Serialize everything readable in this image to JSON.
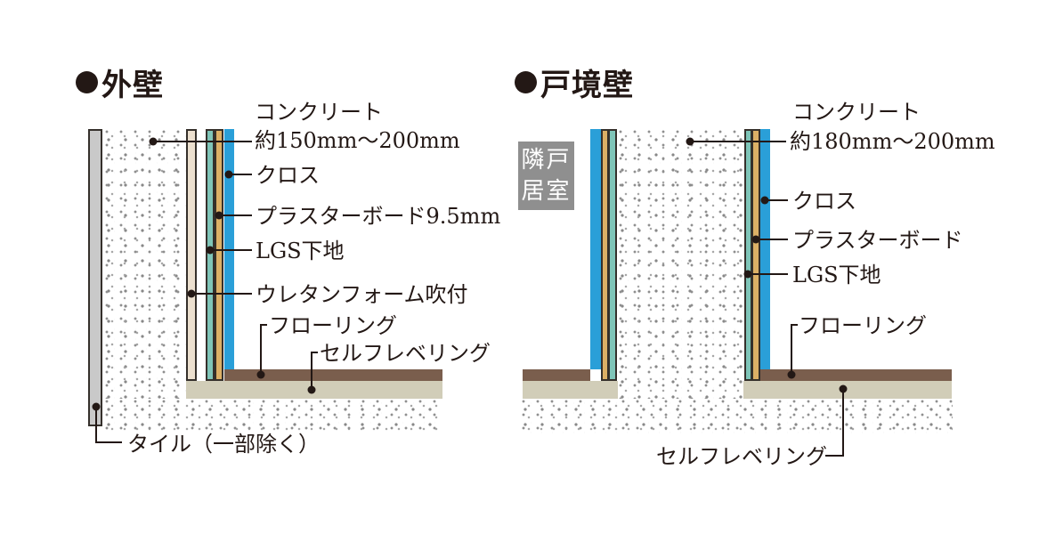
{
  "colors": {
    "text": "#231815",
    "cross_blue": "#2a9fd8",
    "lgs_teal": "#7fc5b8",
    "plasterboard_orange": "#dcb066",
    "urethane_beige": "#ece0cf",
    "flooring_brown": "#7a5e4d",
    "self_leveling_olive": "#d1cdb8",
    "tile_gray": "#c9c9c9",
    "room_box_gray": "#8f8f8f"
  },
  "left_diagram": {
    "title": "外壁",
    "labels": {
      "concrete_name": "コンクリート",
      "concrete_dim": "約150mm〜200mm",
      "cross": "クロス",
      "plasterboard": "プラスターボード9.5mm",
      "lgs": "LGS下地",
      "urethane": "ウレタンフォーム吹付",
      "flooring": "フローリング",
      "self_leveling": "セルフレベリング",
      "tile": "タイル（一部除く）"
    }
  },
  "right_diagram": {
    "title": "戸境壁",
    "adjacent_room": {
      "line1": "隣戸",
      "line2": "居室"
    },
    "labels": {
      "concrete_name": "コンクリート",
      "concrete_dim": "約180mm〜200mm",
      "cross": "クロス",
      "plasterboard": "プラスターボード",
      "lgs": "LGS下地",
      "flooring": "フローリング",
      "self_leveling": "セルフレベリング"
    }
  }
}
